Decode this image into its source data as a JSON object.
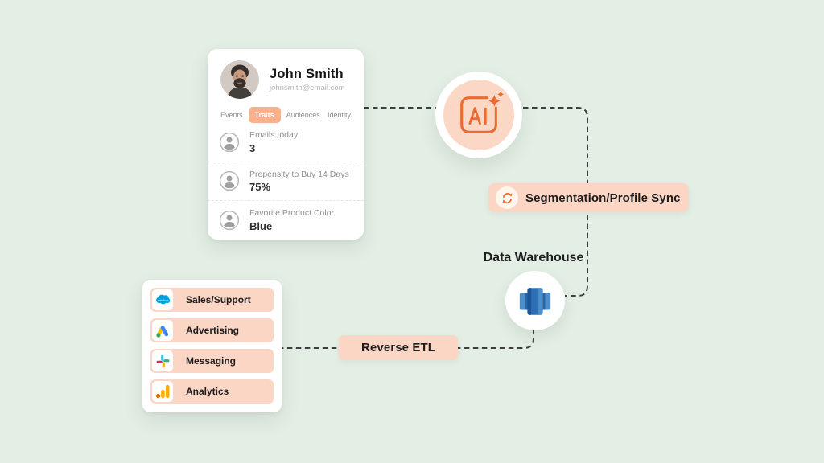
{
  "profile_card": {
    "name": "John Smith",
    "email": "johnsmith@email.com",
    "active_tab": "Traits",
    "tabs": [
      {
        "label": "Events"
      },
      {
        "label": "Traits"
      },
      {
        "label": "Audiences"
      },
      {
        "label": "Identity"
      }
    ],
    "traits": [
      {
        "label": "Emails today",
        "value": "3"
      },
      {
        "label": "Propensity to Buy 14 Days",
        "value": "75%"
      },
      {
        "label": "Favorite Product Color",
        "value": "Blue"
      }
    ]
  },
  "ai_node": {
    "label": "AI",
    "icon": "ai-sparkles-icon"
  },
  "segmentation_label": {
    "text": "Segmentation/Profile Sync",
    "icon": "sync-icon"
  },
  "data_warehouse": {
    "title": "Data Warehouse",
    "icon": "redshift-database-icon"
  },
  "reverse_etl_label": {
    "text": "Reverse ETL"
  },
  "integrations_card": {
    "items": [
      {
        "label": "Sales/Support",
        "icon": "salesforce-icon"
      },
      {
        "label": "Advertising",
        "icon": "google-ads-icon"
      },
      {
        "label": "Messaging",
        "icon": "slack-icon"
      },
      {
        "label": "Analytics",
        "icon": "google-analytics-icon"
      }
    ]
  },
  "colors": {
    "background": "#e3eee4",
    "peach_pill": "#fbd6c5",
    "active_tab": "#f8b08d",
    "orange_accent": "#ec6b33",
    "dash_line": "#3e3e3e",
    "dark_text": "#1d1d1d",
    "salesforce_blue": "#00a1e0",
    "redshift_blue": "#2d6fb5",
    "analytics_orange": "#f9ab00"
  }
}
